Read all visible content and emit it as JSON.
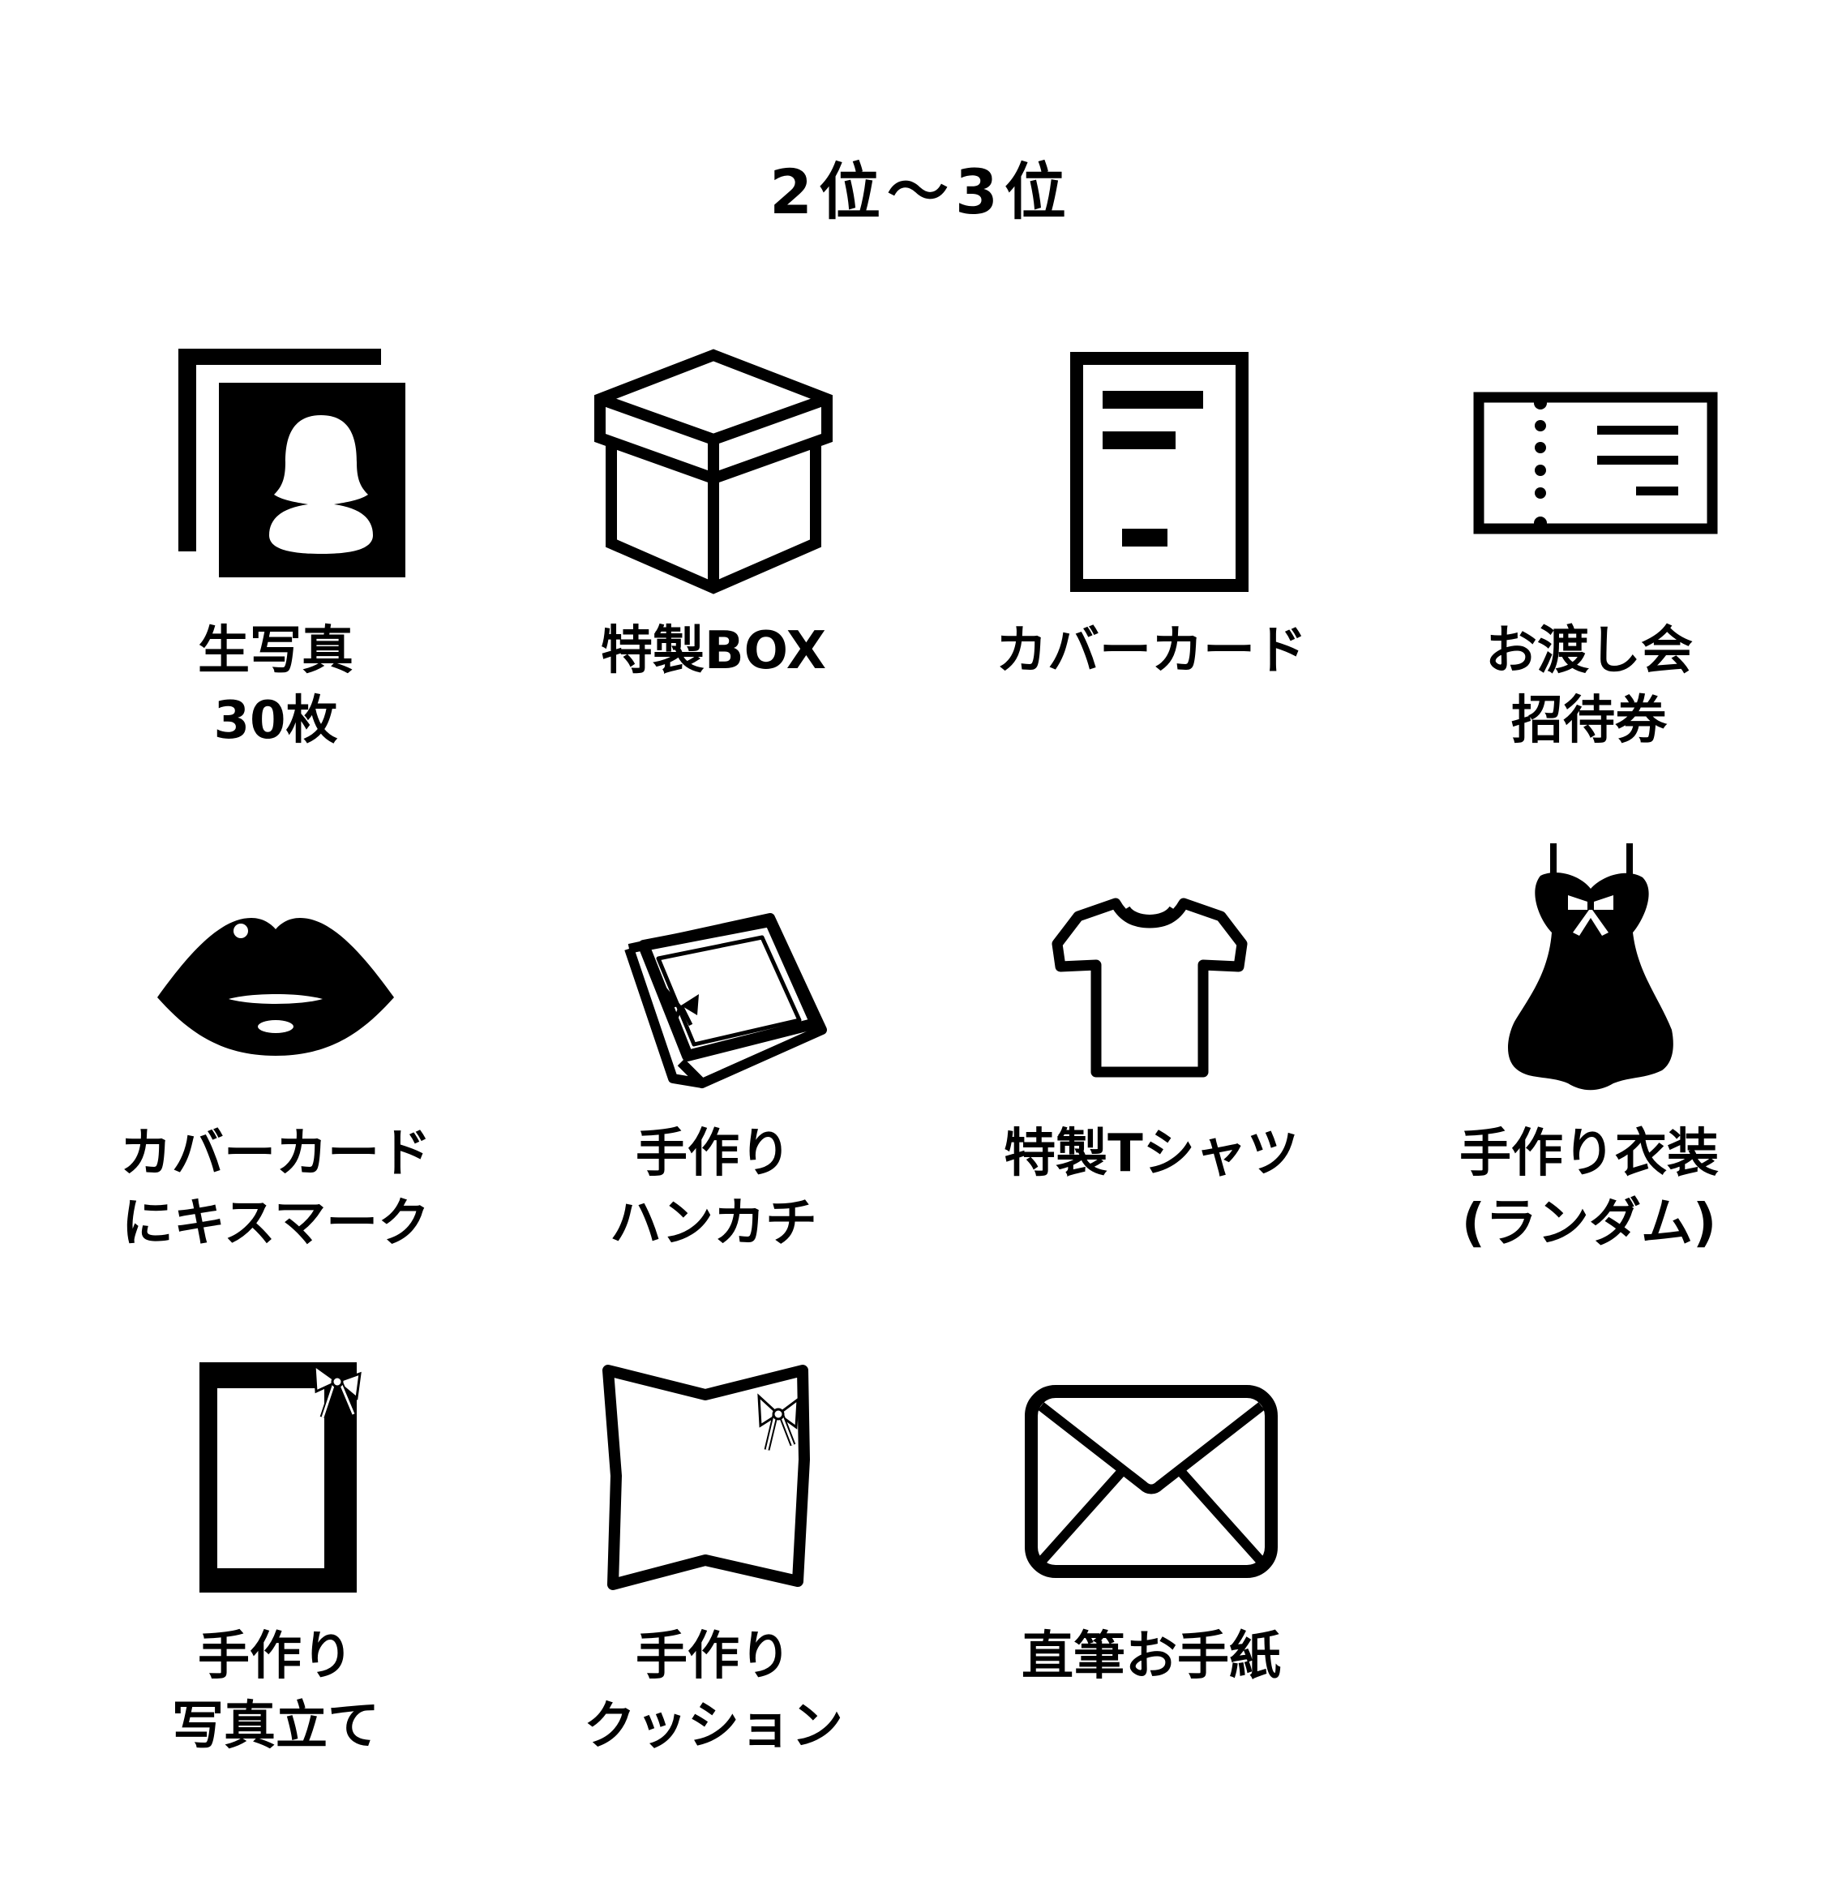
{
  "title": "2位～3位",
  "colors": {
    "foreground": "#000000",
    "background": "#ffffff"
  },
  "items": [
    {
      "icon": "photo-stack-icon",
      "label": [
        "生写真",
        "30枚"
      ]
    },
    {
      "icon": "gift-box-icon",
      "label": [
        "特製BOX"
      ]
    },
    {
      "icon": "card-icon",
      "label": [
        "カバーカード"
      ]
    },
    {
      "icon": "ticket-icon",
      "label": [
        "お渡し会",
        "招待券"
      ]
    },
    {
      "icon": "lips-icon",
      "label": [
        "カバーカード",
        "にキスマーク"
      ]
    },
    {
      "icon": "handkerchief-icon",
      "label": [
        "手作り",
        "ハンカチ"
      ]
    },
    {
      "icon": "tshirt-icon",
      "label": [
        "特製Tシャツ"
      ]
    },
    {
      "icon": "dress-icon",
      "label": [
        "手作り衣装",
        "(ランダム)"
      ]
    },
    {
      "icon": "photo-frame-icon",
      "label": [
        "手作り",
        "写真立て"
      ]
    },
    {
      "icon": "cushion-icon",
      "label": [
        "手作り",
        "クッション"
      ]
    },
    {
      "icon": "envelope-icon",
      "label": [
        "直筆お手紙"
      ]
    }
  ]
}
